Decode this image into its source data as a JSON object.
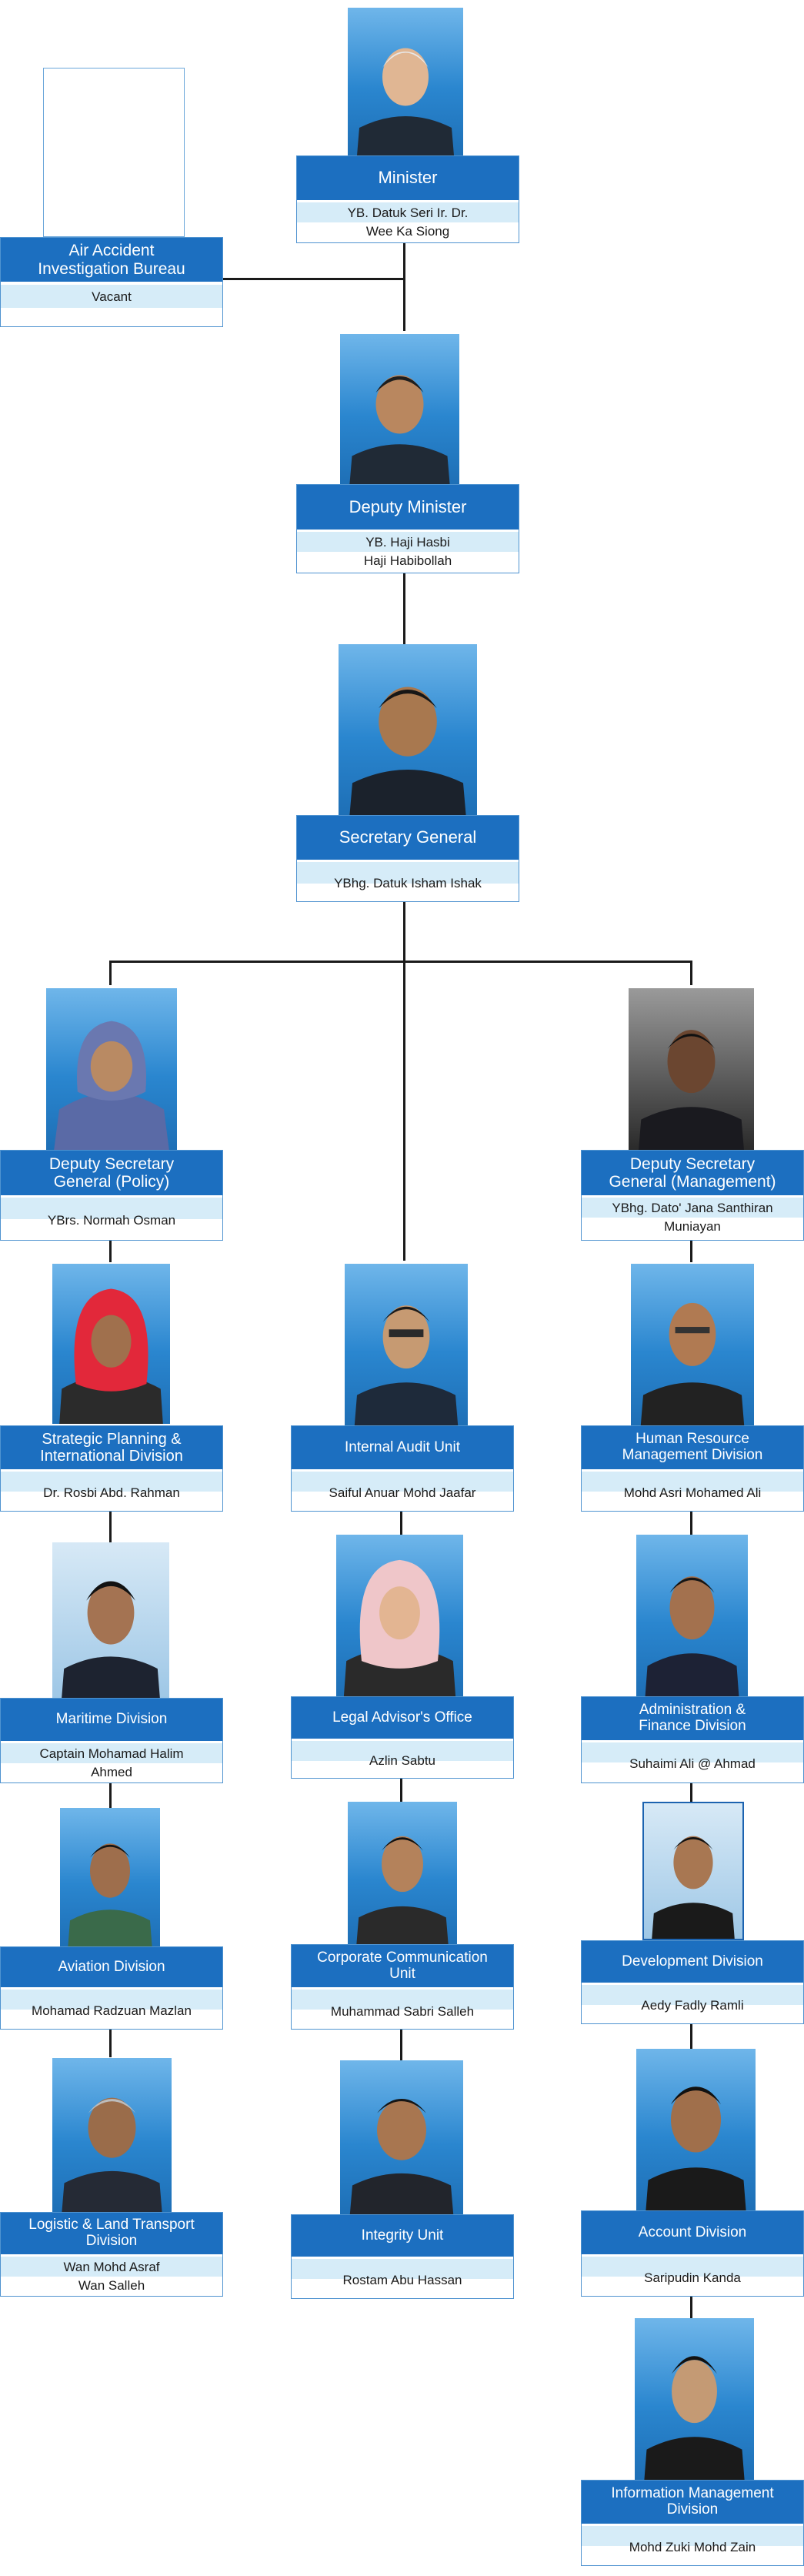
{
  "colors": {
    "header_blue": "#1c6fc0",
    "band_light_blue": "#d6ecf8",
    "border_blue": "#4f93d0",
    "connector": "#1a1a1a"
  },
  "nodes": {
    "minister": {
      "title": "Minister",
      "name_1": "YB. Datuk Seri Ir. Dr.",
      "name_2": "Wee Ka Siong"
    },
    "aaib": {
      "title_1": "Air Accident",
      "title_2": "Investigation Bureau",
      "name_1": "Vacant"
    },
    "deputy_minister": {
      "title": "Deputy Minister",
      "name_1": "YB. Haji Hasbi",
      "name_2": "Haji Habibollah"
    },
    "secretary_general": {
      "title": "Secretary General",
      "name_1": "YBhg. Datuk Isham Ishak"
    },
    "dsg_policy": {
      "title_1": "Deputy Secretary",
      "title_2": "General (Policy)",
      "name_1": "YBrs. Normah Osman"
    },
    "dsg_management": {
      "title_1": "Deputy Secretary",
      "title_2": "General (Management)",
      "name_1": "YBhg. Dato' Jana Santhiran",
      "name_2": "Muniayan"
    },
    "strategic": {
      "title_1": "Strategic Planning &",
      "title_2": "International Division",
      "name_1": "Dr. Rosbi Abd. Rahman"
    },
    "maritime": {
      "title": "Maritime Division",
      "name_1": "Captain Mohamad Halim",
      "name_2": "Ahmed"
    },
    "aviation": {
      "title": "Aviation Division",
      "name_1": "Mohamad Radzuan Mazlan"
    },
    "logistic": {
      "title_1": "Logistic & Land Transport",
      "title_2": "Division",
      "name_1": "Wan Mohd Asraf",
      "name_2": "Wan Salleh"
    },
    "audit": {
      "title": "Internal Audit Unit",
      "name_1": "Saiful Anuar Mohd Jaafar"
    },
    "legal": {
      "title": "Legal Advisor's Office",
      "name_1": "Azlin Sabtu"
    },
    "corporate": {
      "title_1": "Corporate Communication",
      "title_2": "Unit",
      "name_1": "Muhammad Sabri Salleh"
    },
    "integrity": {
      "title": "Integrity Unit",
      "name_1": "Rostam Abu Hassan"
    },
    "hr": {
      "title_1": "Human Resource",
      "title_2": "Management Division",
      "name_1": "Mohd Asri Mohamed Ali"
    },
    "admin": {
      "title_1": "Administration &",
      "title_2": "Finance Division",
      "name_1": "Suhaimi Ali @ Ahmad"
    },
    "development": {
      "title": "Development Division",
      "name_1": "Aedy Fadly Ramli"
    },
    "account": {
      "title": "Account Division",
      "name_1": "Saripudin Kanda"
    },
    "info_mgmt": {
      "title_1": "Information Management",
      "title_2": "Division",
      "name_1": "Mohd Zuki Mohd Zain"
    }
  }
}
